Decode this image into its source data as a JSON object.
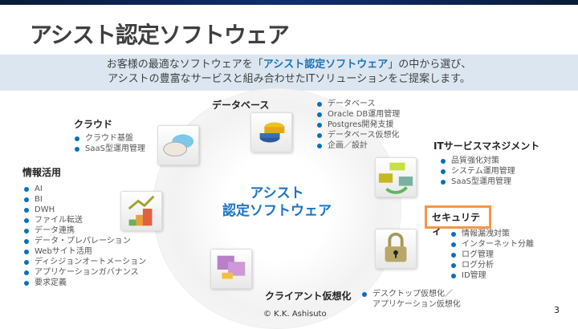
{
  "title": "アシスト認定ソフトウェア",
  "banner": {
    "line1_pre": "お客様の最適なソフトウェアを「",
    "line1_highlight": "アシスト認定ソフトウェア",
    "line1_post": "」の中から選び、",
    "line2": "アシストの豊富なサービスと組み合わせたITソリューションをご提案します。"
  },
  "center": {
    "line1": "アシスト",
    "line2": "認定ソフトウェア"
  },
  "categories": {
    "database": {
      "title": "データベース",
      "items": [
        "データベース",
        "Oracle DB運用管理",
        "Postgres開発支援",
        "データベース仮想化",
        "企画／設計"
      ]
    },
    "cloud": {
      "title": "クラウド",
      "items": [
        "クラウド基盤",
        "SaaS型運用管理"
      ]
    },
    "info": {
      "title": "情報活用",
      "items": [
        "AI",
        "BI",
        "DWH",
        "ファイル転送",
        "データ連携",
        "データ・プレパレーション",
        "Webサイト活用",
        "ディシジョンオートメーション",
        "アプリケーションガバナンス",
        "要求定義"
      ]
    },
    "itsm": {
      "title": "ITサービスマネジメント",
      "items": [
        "品質強化対策",
        "システム運用管理",
        "SaaS型運用管理"
      ]
    },
    "security": {
      "title": "セキュリティ",
      "items": [
        "情報漏洩対策",
        "インターネット分離",
        "ログ管理",
        "ログ分析",
        "ID管理"
      ]
    },
    "client": {
      "title": "クライアント仮想化",
      "items": [
        "デスクトップ仮想化／",
        "アプリケーション仮想化"
      ]
    }
  },
  "footer": {
    "copyright": "© K.K. Ashisuto",
    "page": "3"
  },
  "colors": {
    "accent": "#1a75c2",
    "highlight_border": "#f79646",
    "banner_bg": "#dce6f1"
  }
}
